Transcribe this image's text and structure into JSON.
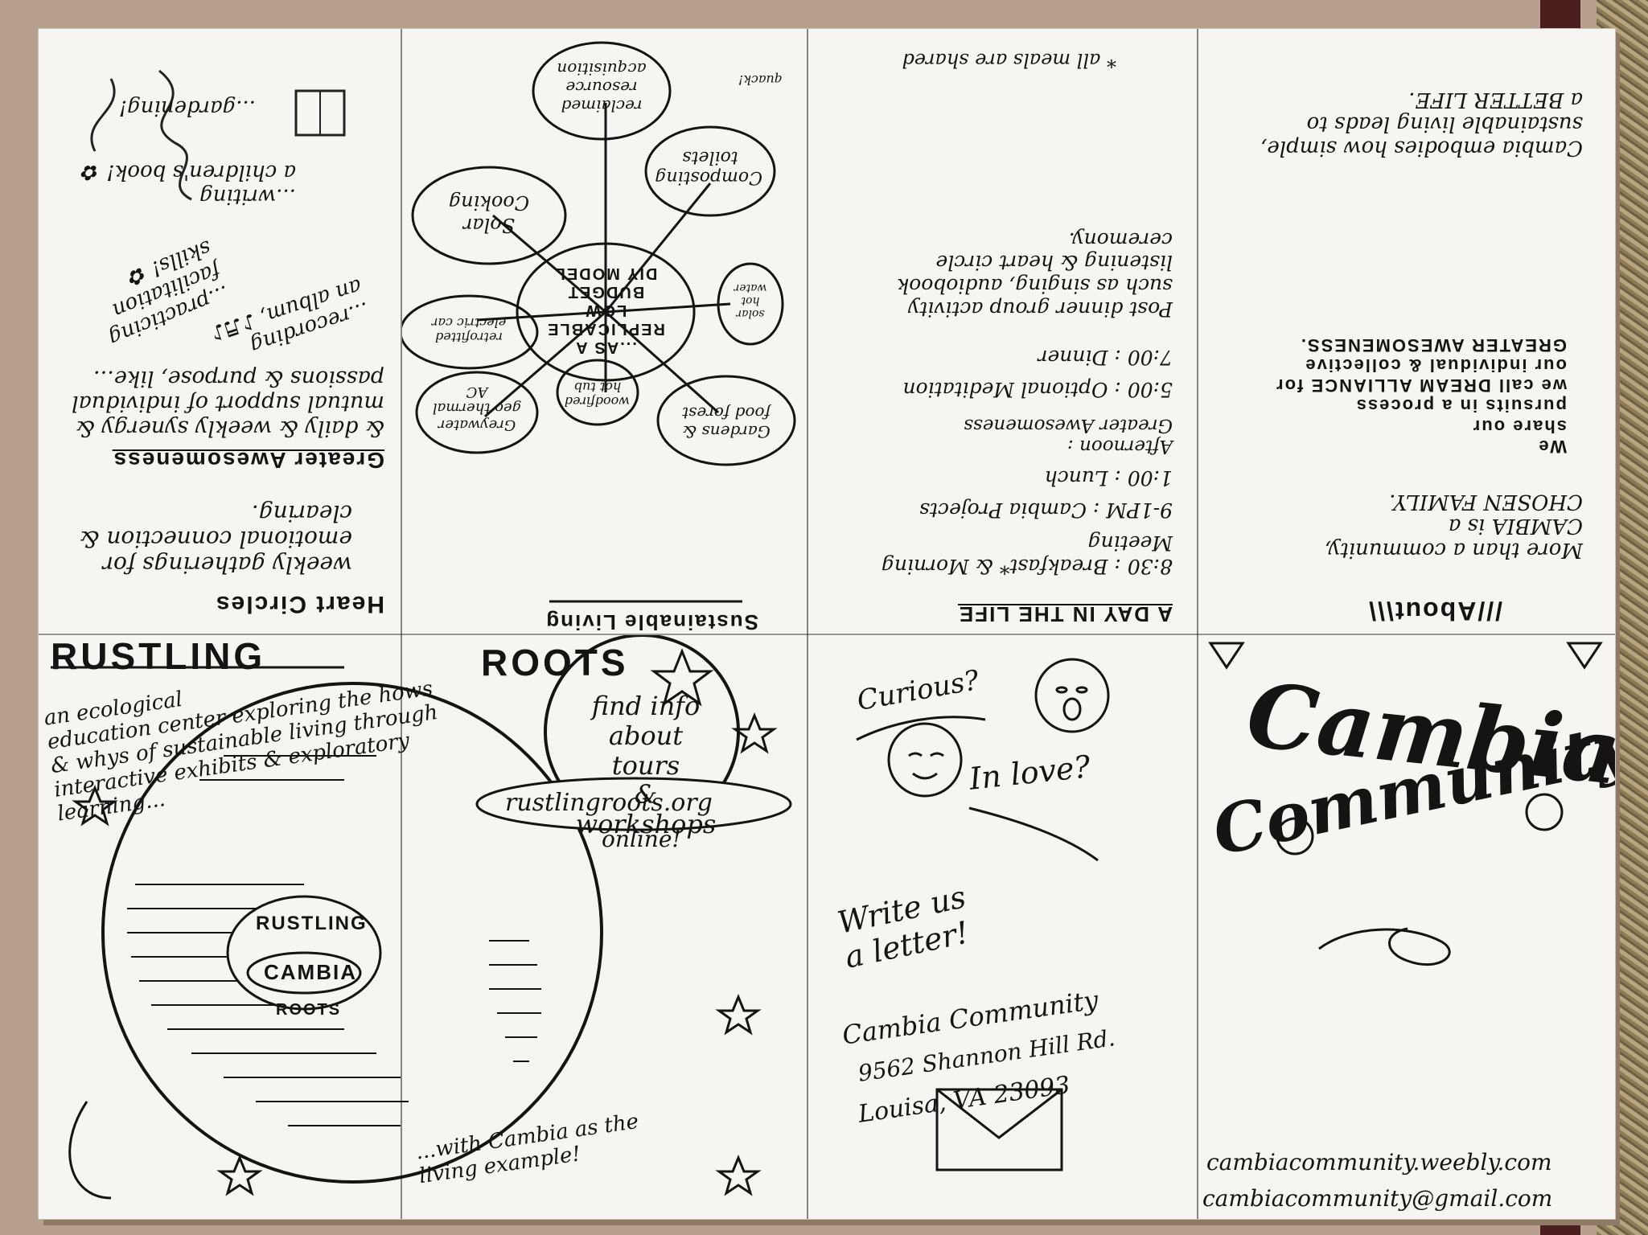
{
  "panels": {
    "heart_circles": {
      "title": "Heart Circles",
      "line1": "weekly gatherings for\nemotional connection &\nclearing.",
      "line2": "Greater Awesomeness",
      "line3": "& daily & weekly synergy &\nmutual support of individual\npassions & purpose, like...",
      "line4": "...recording\nan album, ♪♬♪",
      "line5": "...practicing\nfacilitation\nskills! ✿",
      "line6": "...writing\na children's book! ✿",
      "line7": "...gardening!"
    },
    "sustainable_living": {
      "title": "Sustainable Living",
      "center": "...AS A\nREPLICABLE\nLOW BUDGET\nDIY MODEL",
      "nodes": [
        "Gardens & food forest",
        "Solar Cooking",
        "woodfired hot tub",
        "retrofitted electric car",
        "Greywater geo thermal AC",
        "reclaimed resource acquisition",
        "Composting toilets",
        "solar hot water"
      ],
      "duck": "quack!"
    },
    "day_in_life": {
      "title": "A DAY IN THE LIFE",
      "s1": "8:30 : Breakfast* & Morning\nMeeting",
      "s2": "9-1PM : Cambia Projects",
      "s3": "1:00 : Lunch",
      "s4": "Afternoon :\nGreater Awesomeness",
      "s5": "5:00 : Optional Meditation",
      "s6": "7:00 : Dinner",
      "s7": "Post dinner group activity\nsuch as singing, audiobook\nlistening & heart circle\nceremony.",
      "note": "* all meals are shared"
    },
    "about": {
      "title": "///About\\\\\\",
      "p1": "More than a community,\nCAMBIA is a\nCHOSEN FAMILY.",
      "p2": "We\nshare our\npursuits in a process\nwe call DREAM ALLIANCE for\nour individual & collective\nGREATER AWESOMENESS.",
      "p3": "Cambia embodies how simple,\nsustainable living leads to\na BETTER LIFE."
    },
    "rustling": {
      "title1": "RUSTLING",
      "title2": "ROOTS",
      "desc": "an ecological\neducation center exploring the hows\n& whys of sustainable living through\ninteractive exhibits & exploratory\nlearning...",
      "planet": "find info\nabout tours\n& workshops",
      "url": "rustlingroots.org",
      "online": "online!",
      "tag1": "RUSTLING",
      "tag2": "CAMBIA",
      "tag3": "ROOTS",
      "footer": "...with Cambia as the\nliving example!"
    },
    "contact": {
      "curious": "Curious?",
      "inlove": "In love?",
      "write": "Write us\na letter!",
      "addr1": "Cambia Community",
      "addr2": "9562 Shannon Hill Rd.",
      "addr3": "Louisa, VA 23093"
    },
    "cover": {
      "word1": "Cambia",
      "word2": "Community",
      "web": "cambiacommunity.weebly.com",
      "email": "cambiacommunity@gmail.com"
    }
  }
}
